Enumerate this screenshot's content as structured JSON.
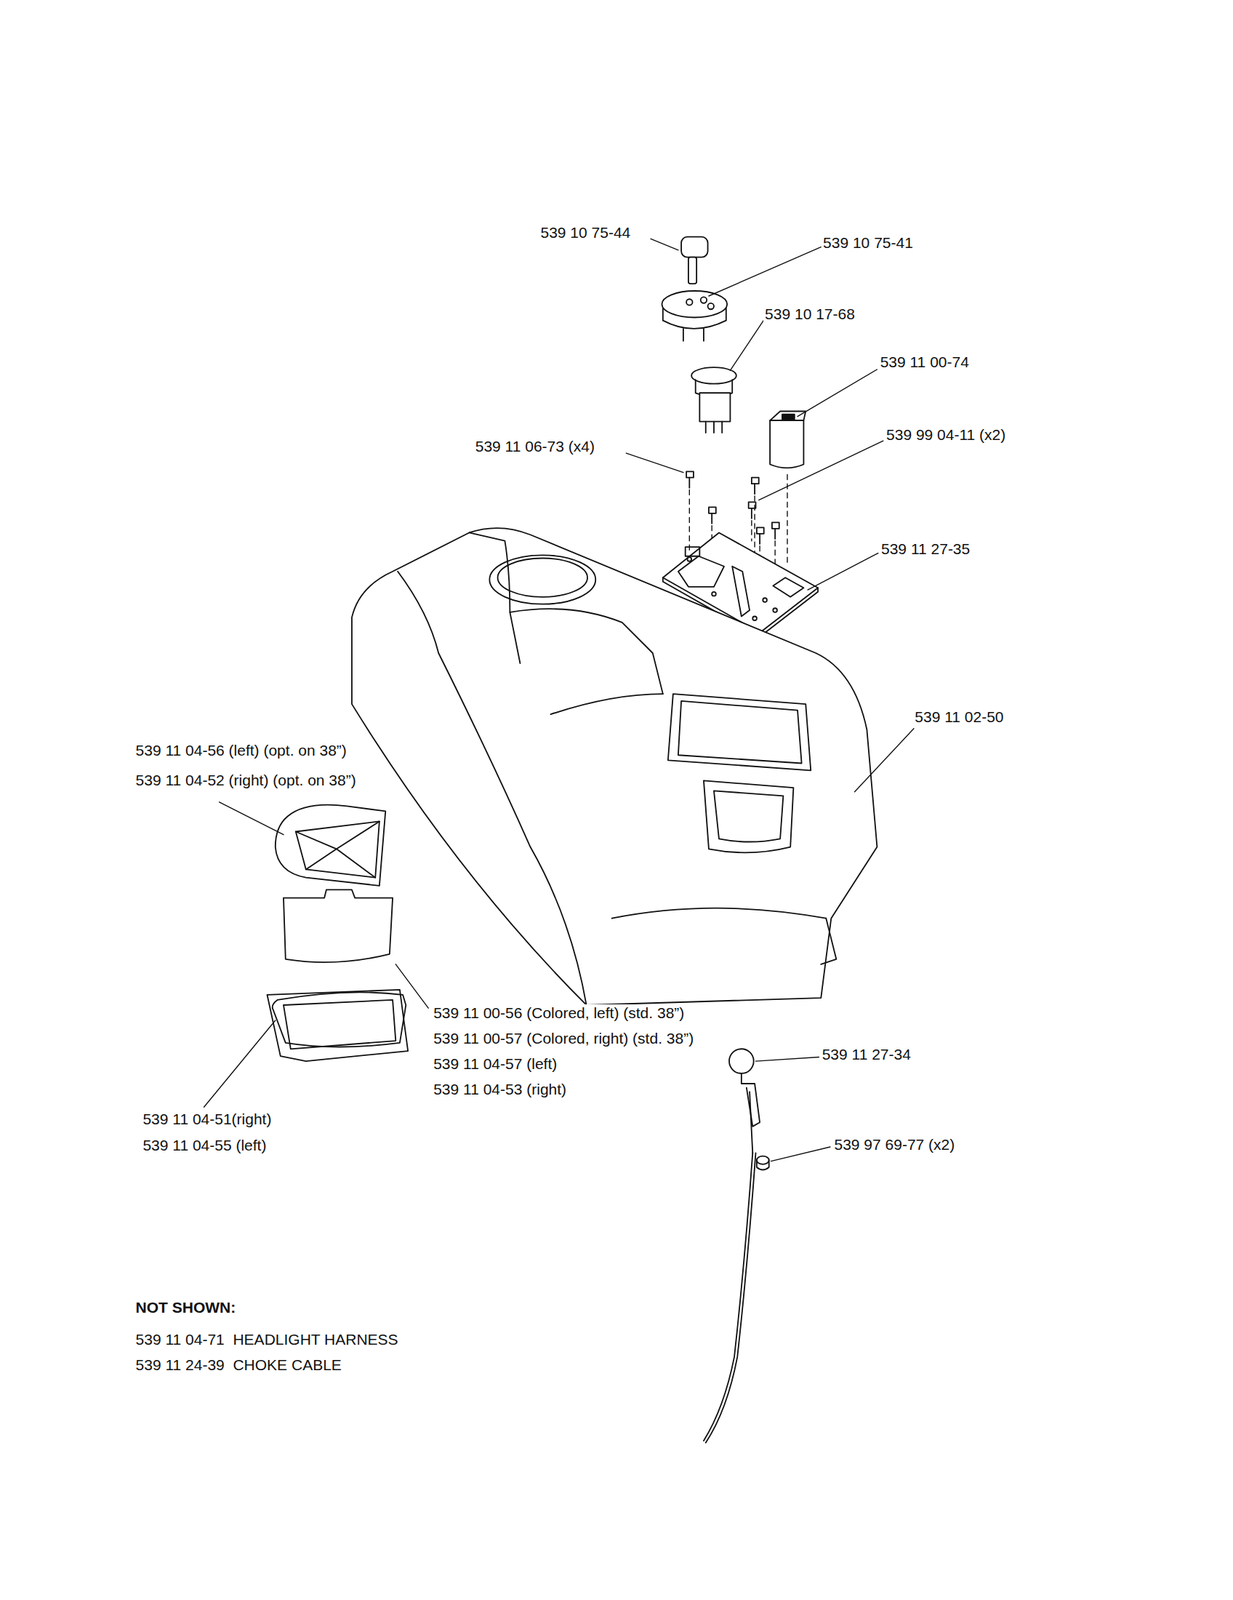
{
  "diagram": {
    "labels": [
      "539 10 75-44",
      "539 10 75-41",
      "539 10 17-68",
      "539 11 00-74",
      "539 11 06-73 (x4)",
      "539 99 04-11 (x2)",
      "539 11 27-35",
      "539 11 02-50",
      "539 11 04-56 (left) (opt. on 38”)",
      "539 11 04-52 (right) (opt. on 38”)",
      "539 11 00-56 (Colored, left) (std. 38”)",
      "539 11 00-57 (Colored, right) (std. 38”)",
      "539 11 04-57 (left)",
      "539 11 04-53 (right)",
      "539 11 27-34",
      "539 11 04-51(right)",
      "539 11 04-55 (left)",
      "539 97 69-77 (x2)",
      "NOT SHOWN:",
      "539 11 04-71  HEADLIGHT HARNESS",
      "539 11 24-39  CHOKE CABLE"
    ]
  }
}
